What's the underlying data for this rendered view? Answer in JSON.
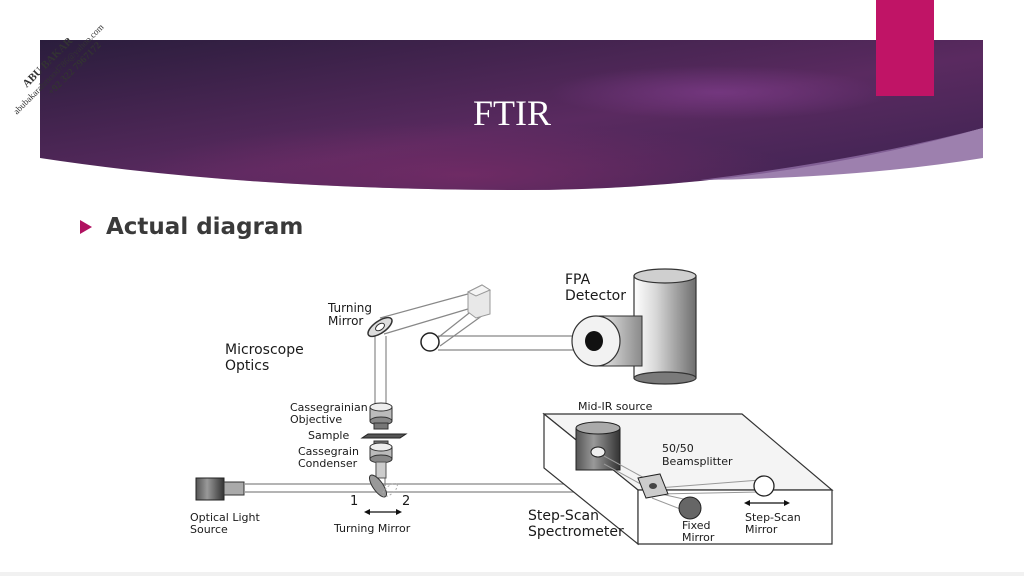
{
  "slide": {
    "title": "FTIR",
    "bullet": "Actual diagram"
  },
  "watermark": {
    "name": "ABU BAKAR",
    "email": "abubakarahmood786@yahoo.com",
    "phone": "+92 322 7967172"
  },
  "diagram": {
    "labels": {
      "turning_mirror_top_1": "Turning",
      "turning_mirror_top_2": "Mirror",
      "microscope_1": "Microscope",
      "microscope_2": "Optics",
      "fpa_1": "FPA",
      "fpa_2": "Detector",
      "cass_obj_1": "Cassegrainian",
      "cass_obj_2": "Objective",
      "sample": "Sample",
      "cass_cond_1": "Cassegrain",
      "cass_cond_2": "Condenser",
      "optical_1": "Optical Light",
      "optical_2": "Source",
      "num_1": "1",
      "num_2": "2",
      "turning_mirror_bottom": "Turning Mirror",
      "mid_ir": "Mid-IR source",
      "beamsplitter_1": "50/50",
      "beamsplitter_2": "Beamsplitter",
      "step_scan_spec_1": "Step-Scan",
      "step_scan_spec_2": "Spectrometer",
      "fixed_mirror_1": "Fixed",
      "fixed_mirror_2": "Mirror",
      "step_scan_mirror_1": "Step-Scan",
      "step_scan_mirror_2": "Mirror"
    }
  },
  "colors": {
    "banner_dark": "#2c1d3d",
    "banner_mid": "#5a2a60",
    "banner_accent": "#c01466"
  }
}
